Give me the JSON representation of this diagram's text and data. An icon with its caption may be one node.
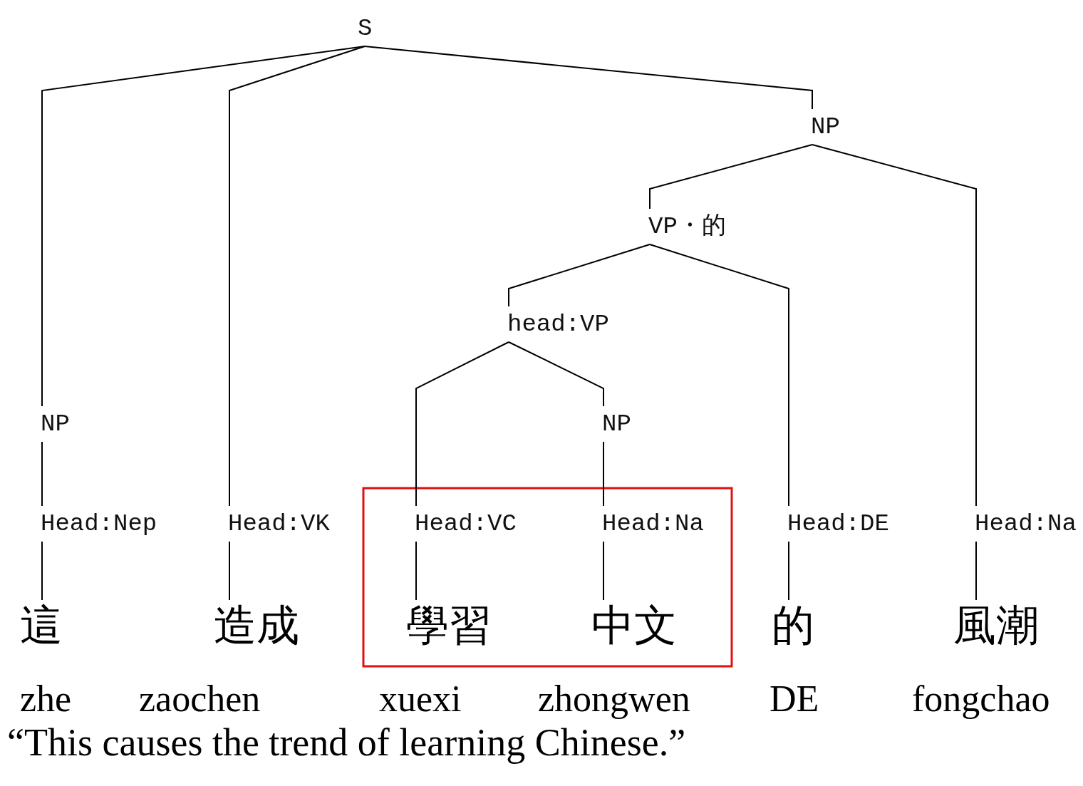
{
  "diagram": {
    "caption": "“This causes the trend of learning Chinese.”",
    "nodes": [
      {
        "text": [
          "S"
        ]
      },
      {
        "text": [
          "NP"
        ]
      },
      {
        "text": [
          "VP・的"
        ]
      },
      {
        "text": [
          "head:VP"
        ]
      },
      {
        "text": [
          "NP"
        ]
      },
      {
        "text": [
          "NP"
        ]
      },
      {
        "text": [
          "Head:Nep"
        ]
      },
      {
        "text": [
          "Head:VK"
        ]
      },
      {
        "text": [
          "Head:VC"
        ]
      },
      {
        "text": [
          "Head:Na"
        ]
      },
      {
        "text": [
          "Head:DE"
        ]
      },
      {
        "text": [
          "Head:Na"
        ]
      },
      {
        "text": [
          "這"
        ],
        "beside": [
          "zhe"
        ]
      },
      {
        "text": [
          "造成"
        ],
        "beside": [
          "zaochen"
        ]
      },
      {
        "text": [
          "學習"
        ],
        "beside": [
          "xuexi"
        ]
      },
      {
        "text": [
          "中文"
        ],
        "beside": [
          "zhongwen"
        ]
      },
      {
        "text": [
          "的"
        ],
        "beside": [
          "DE"
        ]
      },
      {
        "text": [
          "風潮"
        ],
        "beside": [
          "fongchao"
        ]
      }
    ],
    "edges": [
      {
        "from": 0,
        "to": 4,
        "arrow": "none"
      },
      {
        "from": 0,
        "to": 7,
        "arrow": "none"
      },
      {
        "from": 0,
        "to": 1,
        "arrow": "none"
      },
      {
        "from": 1,
        "to": 2,
        "arrow": "none"
      },
      {
        "from": 1,
        "to": 11,
        "arrow": "none"
      },
      {
        "from": 2,
        "to": 3,
        "arrow": "none"
      },
      {
        "from": 2,
        "to": 10,
        "arrow": "none"
      },
      {
        "from": 3,
        "to": 8,
        "arrow": "none"
      },
      {
        "from": 3,
        "to": 5,
        "arrow": "none"
      },
      {
        "from": 4,
        "to": 6,
        "arrow": "none"
      },
      {
        "from": 5,
        "to": 9,
        "arrow": "none"
      },
      {
        "from": 6,
        "to": 12,
        "arrow": "none"
      },
      {
        "from": 7,
        "to": 13,
        "arrow": "none"
      },
      {
        "from": 8,
        "to": 14,
        "arrow": "none"
      },
      {
        "from": 9,
        "to": 15,
        "arrow": "none"
      },
      {
        "from": 10,
        "to": 16,
        "arrow": "none"
      },
      {
        "from": 11,
        "to": 17,
        "arrow": "none"
      }
    ]
  }
}
